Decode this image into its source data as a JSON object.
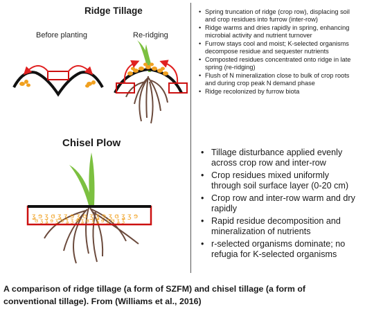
{
  "ridge": {
    "title": "Ridge Tillage",
    "before_label": "Before planting",
    "reridging_label": "Re-ridging",
    "notes": [
      "Spring truncation of ridge (crop row), displacing soil and crop residues into furrow (inter-row)",
      "Ridge warms and dries rapidly in spring, enhancing microbial activity and nutrient turnover",
      "Furrow stays cool and moist; K-selected organisms decompose residue and sequester nutrients",
      "Composted residues concentrated onto ridge in late spring (re-ridging)",
      "Flush of N mineralization close to bulk of crop roots and during crop peak N demand phase",
      "Ridge recolonized by furrow biota"
    ]
  },
  "chisel": {
    "title": "Chisel Plow",
    "notes": [
      "Tillage disturbance applied evenly across crop row and inter-row",
      "Crop residues mixed uniformly through soil surface layer (0-20 cm)",
      "Crop row and inter-row warm and dry rapidly",
      "Rapid residue decomposition and mineralization of nutrients",
      "r-selected organisms dominate; no refugia for K-selected organisms"
    ]
  },
  "caption": {
    "line1": "A comparison of ridge tillage (a form of SZFM) and chisel tillage (a form of",
    "line2": "conventional tillage). From (Williams et al., 2016)"
  },
  "colors": {
    "soil": "#111111",
    "residue": "#f0a020",
    "arrow": "#e02020",
    "box": "#cc1010",
    "plant": "#7cc040",
    "root": "#6b4a3c"
  }
}
